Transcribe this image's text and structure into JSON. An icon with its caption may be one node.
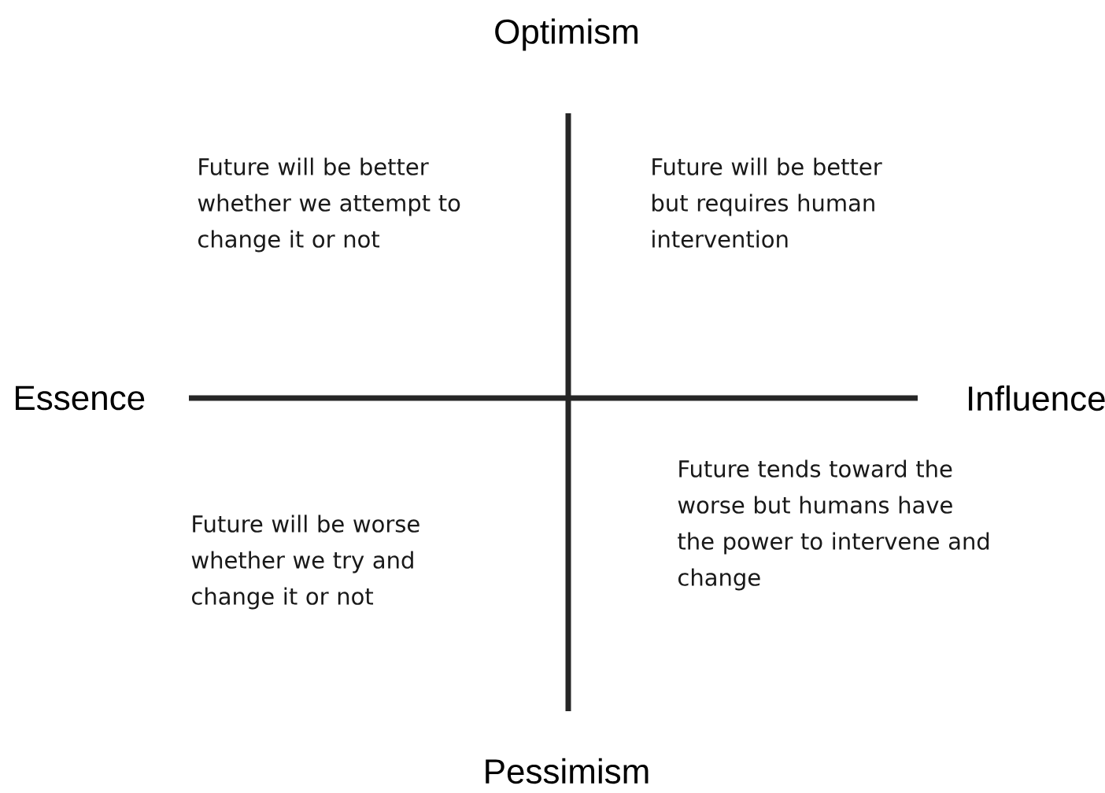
{
  "diagram": {
    "labels": [
      "Optimism",
      "Future will be better whether we attempt to change it or not",
      "Future will be better but requires human intervention",
      "Essence",
      "Influence",
      "Future will be worse whether we try and change it or not",
      "Future tends toward the worse but humans have the power to intervene and change",
      "Pessimism"
    ]
  }
}
